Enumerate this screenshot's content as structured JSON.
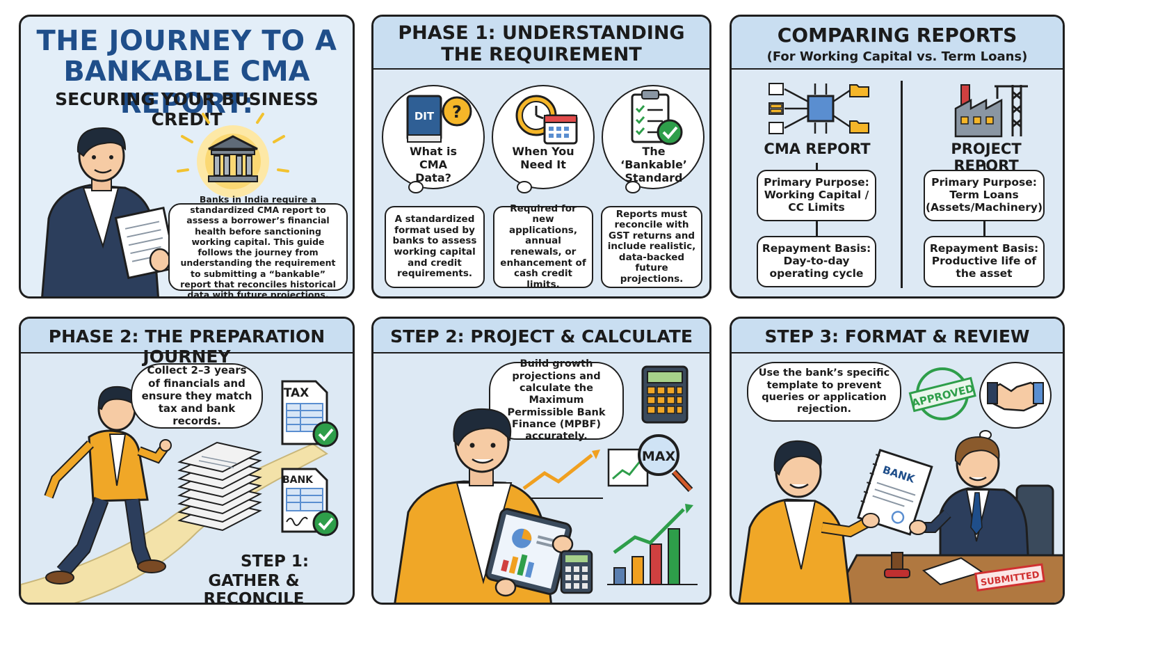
{
  "p1": {
    "title_line1": "THE JOURNEY TO A",
    "title_line2": "BANKABLE CMA REPORT:",
    "subtitle": "SECURING YOUR BUSINESS CREDIT",
    "speech": "Banks in India require a standardized CMA report to assess a borrower’s financial health before sanctioning working capital. This guide follows the journey from understanding the requirement to submitting a “bankable” report that reconciles historical data with future projections."
  },
  "p2": {
    "title_line1": "PHASE 1: UNDERSTANDING",
    "title_line2": "THE REQUIREMENT",
    "book_text": "DIT",
    "book_question": "?",
    "clouds": [
      {
        "label": "What is CMA Data?",
        "desc": "A standardized format used by banks to assess working capital and credit requirements."
      },
      {
        "label": "When You Need It",
        "desc": "Required for new applications, annual renewals, or enhancement of cash credit limits."
      },
      {
        "label": "The ‘Bankable’ Standard",
        "desc": "Reports must reconcile with GST returns and include realistic, data-backed future projections."
      }
    ]
  },
  "p3": {
    "title": "COMPARING REPORTS",
    "subtitle": "(For Working Capital vs. Term Loans)",
    "left": {
      "name": "CMA REPORT",
      "purpose": "Primary Purpose: Working Capital / CC Limits",
      "basis": "Repayment Basis: Day-to-day operating cycle"
    },
    "right": {
      "name": "PROJECT REPORT",
      "purpose": "Primary Purpose: Term Loans (Assets/Machinery)",
      "basis": "Repayment Basis: Productive life of the asset"
    }
  },
  "p4": {
    "title": "PHASE 2: THE PREPARATION JOURNEY",
    "speech": "Collect 2–3 years of financials and ensure they match tax and bank records.",
    "doc1_label": "TAX",
    "doc2_label": "BANK",
    "step_line1": "STEP 1:",
    "step_line2": "GATHER & RECONCILE"
  },
  "p5": {
    "title": "STEP 2: PROJECT & CALCULATE",
    "speech": "Build growth projections and calculate the Maximum Permissible Bank Finance (MPBF) accurately.",
    "magnifier_text": "MAX"
  },
  "p6": {
    "title": "STEP 3: FORMAT & REVIEW",
    "speech": "Use the bank’s specific template to prevent queries or application rejection.",
    "stamp_approved": "APPROVED",
    "doc_label": "BANK",
    "stamp_submitted": "SUBMITTED"
  },
  "colors": {
    "panel_bg": "#dde9f4",
    "header_bg": "#c9def1",
    "title_blue": "#1f4e8a",
    "jacket_orange": "#f0a727",
    "suit_navy": "#2c3e5c",
    "check_green": "#2e9e4a",
    "arrow_orange": "#f0a020",
    "stamp_red": "#d03030"
  }
}
